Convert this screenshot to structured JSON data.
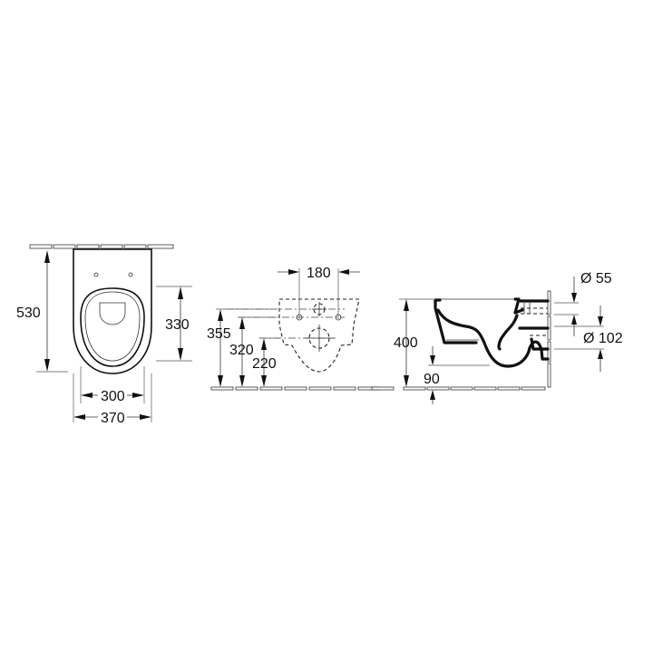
{
  "title": "Wall-hung toilet dimension drawing",
  "colors": {
    "line": "#111111",
    "background": "#ffffff"
  },
  "views": {
    "front": {
      "label": "front-view",
      "dimensions": {
        "overall_length": "530",
        "seat_length": "330",
        "inner_width": "300",
        "overall_width": "370"
      }
    },
    "mounting": {
      "label": "mounting-hole-view",
      "dimensions": {
        "hole_spacing": "180",
        "upper_height": "355",
        "mid_height": "320",
        "lower_height": "220"
      }
    },
    "side": {
      "label": "side-view",
      "dimensions": {
        "height": "400",
        "floor_gap": "90",
        "inlet_diameter": "Ø 55",
        "outlet_diameter": "Ø 102"
      }
    }
  }
}
